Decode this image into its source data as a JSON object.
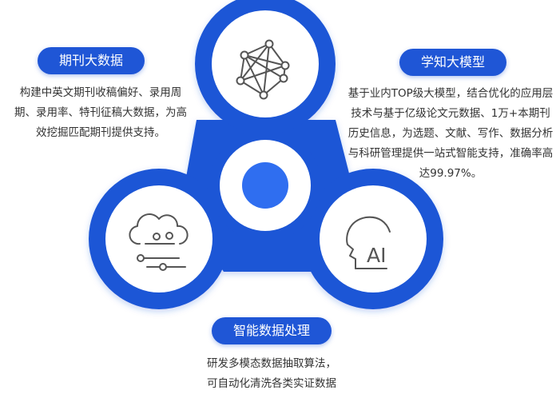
{
  "features": {
    "journal": {
      "title": "期刊大数据",
      "lines": [
        "构建中英文期刊收稿偏好、录用周",
        "期、录用率、特刊征稿大数据，为高",
        "效挖掘匹配期刊提供支持。"
      ],
      "icon": "network-graph-icon"
    },
    "model": {
      "title": "学知大模型",
      "lines": [
        "基于业内TOP级大模型，结合优化的应用层",
        "技术与基于亿级论文元数据、1万+本期刊",
        "历史信息，为选题、文献、写作、数据分析",
        "与科研管理提供一站式智能支持，准确率高",
        "达99.97%。"
      ],
      "icon": "ai-head-icon",
      "icon_text": "AI"
    },
    "process": {
      "title": "智能数据处理",
      "lines": [
        "研发多模态数据抽取算法，",
        "可自动化清洗各类实证数据"
      ],
      "icon": "cloud-sliders-icon"
    }
  },
  "colors": {
    "primary": "#1f56d6",
    "center_dot": "#2f6ef0",
    "ring": "#ffffff",
    "icon_stroke": "#555555",
    "text": "#333333"
  }
}
